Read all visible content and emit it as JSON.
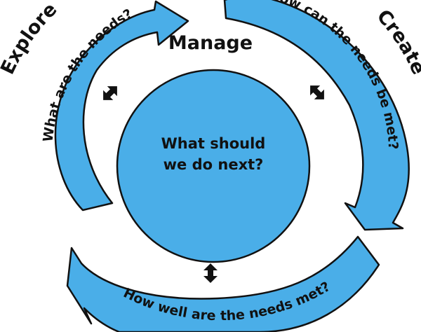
{
  "colors": {
    "segment_fill": "#4aaee8",
    "center_fill": "#4aaee8",
    "outline": "#111111",
    "text": "#111111",
    "background": "#ffffff"
  },
  "phases": {
    "explore": {
      "label": "Explore",
      "question": "What are the needs?"
    },
    "create": {
      "label": "Create",
      "question": "How can the needs be met?"
    },
    "evaluate": {
      "question": "How well are the needs met?"
    }
  },
  "center": {
    "label": "Manage",
    "question_line1": "What should",
    "question_line2": "we do next?"
  },
  "connectors": [
    {
      "name": "explore-manage-connector",
      "icon": "double-arrow"
    },
    {
      "name": "create-manage-connector",
      "icon": "double-arrow"
    },
    {
      "name": "evaluate-manage-connector",
      "icon": "double-arrow"
    }
  ]
}
